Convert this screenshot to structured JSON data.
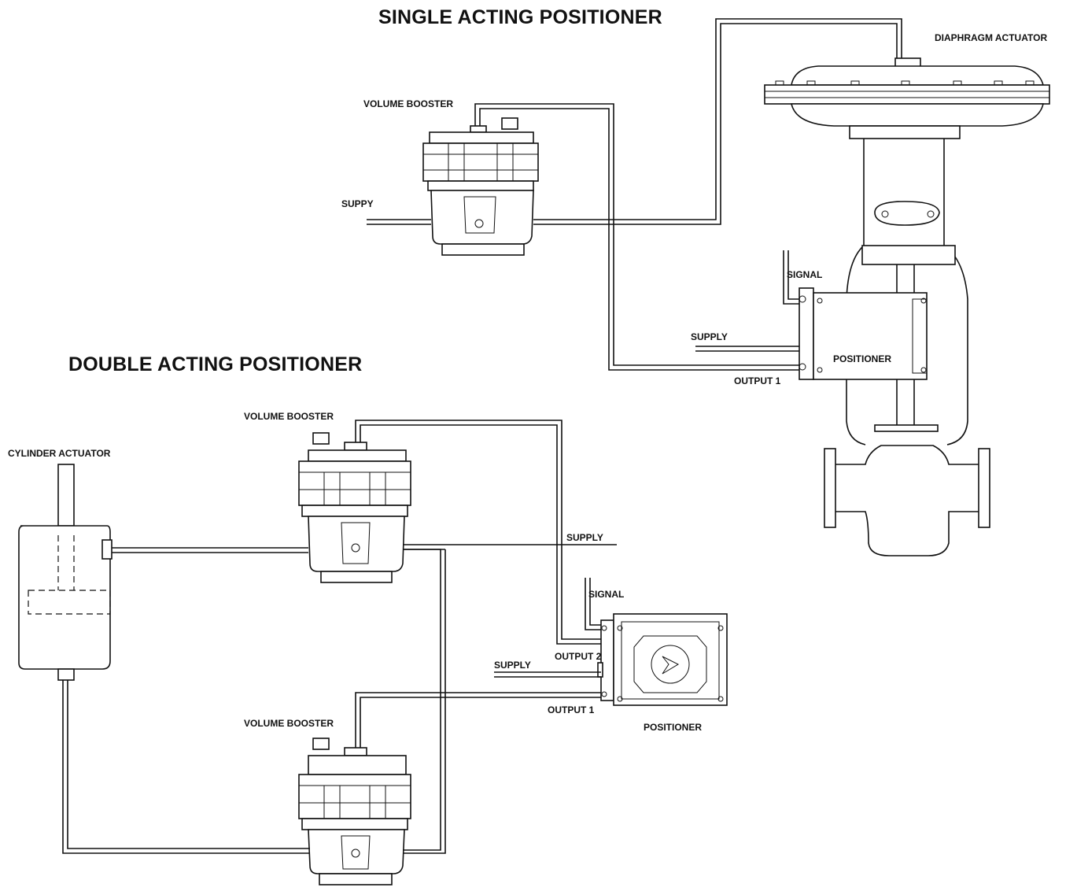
{
  "titles": {
    "single": "SINGLE ACTING POSITIONER",
    "double": "DOUBLE ACTING  POSITIONER"
  },
  "single_acting": {
    "actuator": "DIAPHRAGM ACTUATOR",
    "booster": "VOLUME BOOSTER",
    "supply_booster": "SUPPY",
    "signal": "SIGNAL",
    "supply_positioner": "SUPPLY",
    "output1": "OUTPUT 1",
    "positioner": "POSITIONER"
  },
  "double_acting": {
    "actuator": "CYLINDER ACTUATOR",
    "booster_top": "VOLUME BOOSTER",
    "booster_bottom": "VOLUME BOOSTER",
    "supply_booster": "SUPPLY",
    "signal": "SIGNAL",
    "output2": "OUTPUT 2",
    "supply_positioner": "SUPPLY",
    "output1": "OUTPUT 1",
    "positioner": "POSITIONER"
  }
}
